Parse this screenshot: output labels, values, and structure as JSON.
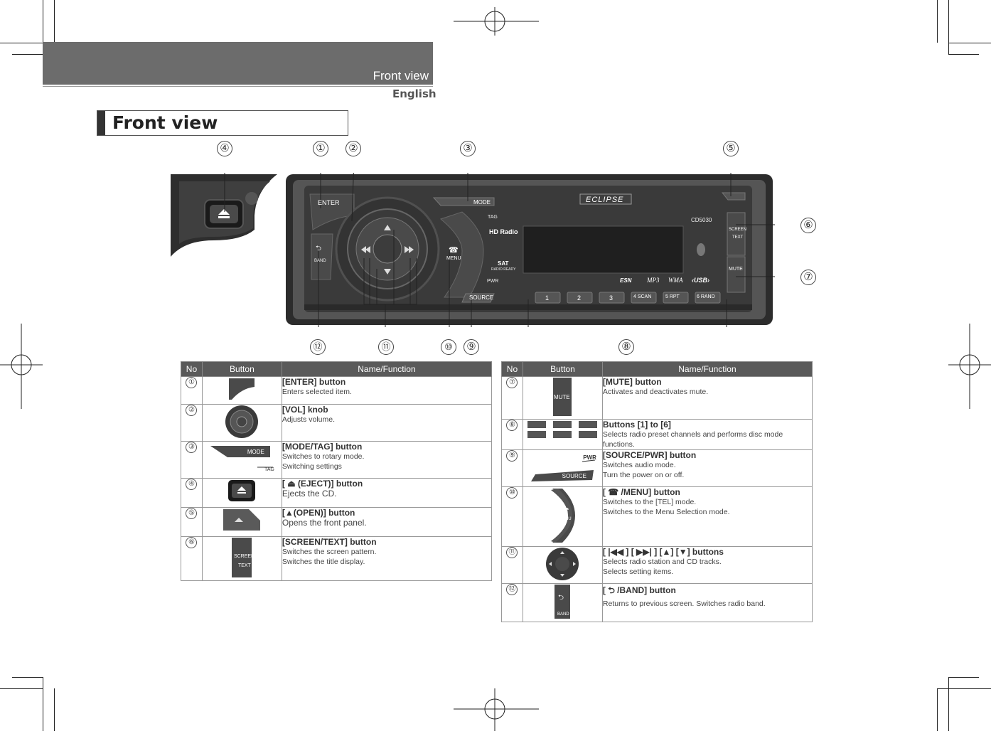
{
  "header": {
    "title": "Front view",
    "language": "English"
  },
  "section": {
    "title": "Front view"
  },
  "device": {
    "brand": "ECLIPSE",
    "model": "CD5030",
    "labels": {
      "enter": "ENTER",
      "mode": "MODE",
      "tag": "TAG",
      "source": "SOURCE",
      "pwr": "PWR",
      "menu": "MENU",
      "band": "BAND",
      "screen": "SCREEN",
      "text": "TEXT",
      "mute": "MUTE",
      "hd": "HD Radio",
      "sat": "SAT",
      "sat2": "RADIO READY",
      "esn": "ESN",
      "mp3": "MP3",
      "wma": "WMA",
      "usb": "‹USB›"
    },
    "presets": [
      "1",
      "2",
      "3",
      "4 SCAN",
      "5 RPT",
      "6 RAND"
    ]
  },
  "callouts": [
    "④",
    "①",
    "②",
    "③",
    "⑤",
    "⑥",
    "⑦",
    "⑫",
    "⑪",
    "⑩",
    "⑨",
    "⑧"
  ],
  "table_headers": {
    "no": "No",
    "button": "Button",
    "function": "Name/Function"
  },
  "left_table": [
    {
      "no": "①",
      "title": "[ENTER] button",
      "lines": [
        "Enters selected item."
      ],
      "img_label": "ENTER"
    },
    {
      "no": "②",
      "title": "[VOL] knob",
      "lines": [
        "Adjusts volume."
      ]
    },
    {
      "no": "③",
      "title": "[MODE/TAG] button",
      "lines": [
        "Switches to rotary mode.",
        "Switching settings"
      ],
      "img_label": "MODE",
      "img_label2": "TAG"
    },
    {
      "no": "④",
      "title": "[ ⏏ (EJECT)] button",
      "lines": [
        "Ejects the CD."
      ]
    },
    {
      "no": "⑤",
      "title": "[▲(OPEN)] button",
      "lines": [
        "Opens the front panel."
      ]
    },
    {
      "no": "⑥",
      "title": "[SCREEN/TEXT] button",
      "lines": [
        "Switches the screen pattern.",
        "Switches the title display."
      ],
      "img_label": "SCREEN",
      "img_label2": "TEXT"
    }
  ],
  "right_table": [
    {
      "no": "⑦",
      "title": "[MUTE] button",
      "lines": [
        "Activates and deactivates mute."
      ],
      "img_label": "MUTE"
    },
    {
      "no": "⑧",
      "title": "Buttons [1] to [6]",
      "lines": [
        "Selects radio preset channels and performs disc mode functions."
      ]
    },
    {
      "no": "⑨",
      "title": "[SOURCE/PWR] button",
      "lines": [
        "Switches audio mode.",
        "Turn the power on or off."
      ],
      "img_label": "SOURCE",
      "img_label2": "PWR"
    },
    {
      "no": "⑩",
      "title": "[ ☎ /MENU] button",
      "lines": [
        "Switches to the [TEL] mode.",
        "Switches to the Menu Selection mode."
      ],
      "img_label": "MENU"
    },
    {
      "no": "⑪",
      "title": "[ |◀◀ ] [ ▶▶| ] [▲] [▼] buttons",
      "lines": [
        "Selects radio station and CD tracks.",
        "Selects setting items."
      ]
    },
    {
      "no": "⑫",
      "title": "[ ⮌ /BAND] button",
      "lines": [
        "Returns to previous screen.  Switches radio band."
      ],
      "img_label": "BAND"
    }
  ],
  "colors": {
    "header": "#6c6c6c",
    "table_header": "#5a5a5a",
    "device_body": "#3a3a3a"
  }
}
